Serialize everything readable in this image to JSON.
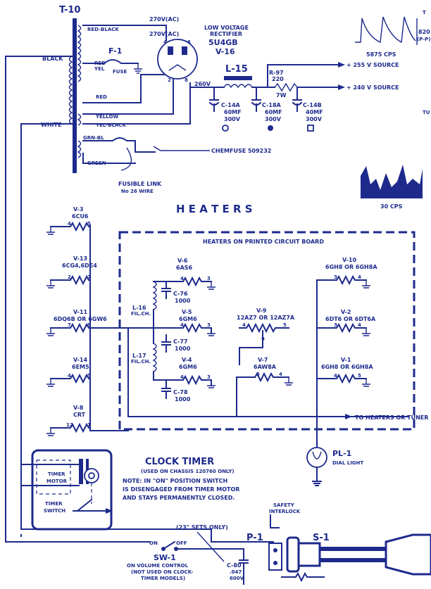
{
  "transformer": {
    "name": "T-10",
    "black": "BLACK",
    "white": "WHITE",
    "red_black": "RED-BLACK",
    "red": "RED",
    "yellow": "YELLOW",
    "yel_black": "YEL-BLACK",
    "grn_bl": "GRN-BL",
    "green": "GREEN"
  },
  "fuse": {
    "name": "F-1",
    "label": "FUSE",
    "red_tail": "RED",
    "yel_tail": "YEL"
  },
  "rectifier": {
    "title1": "LOW VOLTAGE",
    "title2": "RECTIFIER",
    "tube": "5U4GB",
    "ref": "V-16",
    "v1": "270V(AC)",
    "v2": "270V(AC)",
    "pin4": "4",
    "pin6": "6",
    "pin2": "2",
    "pin8": "8"
  },
  "filter": {
    "choke": "L-15",
    "node_voltage": "260V",
    "resistor": "R-97",
    "r_value": "220",
    "r_watt": "7W",
    "caps": [
      {
        "ref": "C-14A",
        "val": "60MF",
        "volt": "300V"
      },
      {
        "ref": "C-18A",
        "val": "60MF",
        "volt": "300V"
      },
      {
        "ref": "C-14B",
        "val": "40MF",
        "volt": "300V"
      }
    ],
    "source1": "+ 255 V SOURCE",
    "source2": "+ 240 V SOURCE"
  },
  "waveforms": {
    "top_label": "5875 CPS",
    "top_value": "820",
    "top_unit": "(P-P)",
    "top_edge": "T",
    "bottom_label": "30 CPS",
    "side_mark": "TU"
  },
  "chemfuse": "CHEMFUSE 509232",
  "fusible_link": {
    "line1": "FUSIBLE LINK",
    "line2": "No 26 WIRE"
  },
  "heaters_title": "H E A T E R S",
  "board_title": "HEATERS ON PRINTED CIRCUIT BOARD",
  "tubes_left": [
    {
      "ref": "V-3",
      "type": "6CU6",
      "pins": [
        "4",
        "5"
      ]
    },
    {
      "ref": "V-13",
      "type": "6CG4,6DE4",
      "pins": [
        "2",
        "7"
      ]
    },
    {
      "ref": "V-11",
      "type": "6DQ6B OR 6GW6",
      "pins": [
        "7",
        "8"
      ]
    },
    {
      "ref": "V-14",
      "type": "6EM5",
      "pins": [
        "4",
        "5"
      ]
    },
    {
      "ref": "V-8",
      "type": "CRT",
      "pins": [
        "12",
        "1"
      ]
    }
  ],
  "board_tubes": [
    {
      "ref": "V-6",
      "type": "6AS6",
      "pins": [
        "4",
        "3"
      ]
    },
    {
      "ref": "V-5",
      "type": "6GM6",
      "pins": [
        "4",
        "3"
      ]
    },
    {
      "ref": "V-4",
      "type": "6GM6",
      "pins": [
        "4",
        "3"
      ]
    },
    {
      "ref": "V-9",
      "type": "12AZ7 OR 12AZ7A",
      "pins": [
        "4",
        "5",
        "9"
      ]
    },
    {
      "ref": "V-7",
      "type": "6AW8A",
      "pins": [
        "5",
        "4"
      ]
    },
    {
      "ref": "V-10",
      "type": "6GH8 OR 6GH8A",
      "pins": [
        "3",
        "4"
      ]
    },
    {
      "ref": "V-2",
      "type": "6DT6 OR 6DT6A",
      "pins": [
        "3",
        "4"
      ]
    },
    {
      "ref": "V-1",
      "type": "6GH8 OR 6GH8A",
      "pins": [
        "4",
        "5"
      ]
    }
  ],
  "bypass_caps": [
    {
      "ref": "C-76",
      "val": "1000"
    },
    {
      "ref": "C-77",
      "val": "1000"
    },
    {
      "ref": "C-78",
      "val": "1000"
    }
  ],
  "chokes": [
    {
      "ref": "L-16",
      "sub": "FIL.CH."
    },
    {
      "ref": "L-17",
      "sub": "FIL.CH."
    }
  ],
  "to_heaters": "TO HEATERS OR TUNER",
  "pilot": {
    "ref": "PL-1",
    "label": "DIAL LIGHT"
  },
  "clock": {
    "title": "CLOCK TIMER",
    "sub": "(USED ON CHASSIS 120760 ONLY)",
    "note1": "NOTE: IN \"ON\" POSITION SWITCH",
    "note2": "IS DISENGAGED FROM TIMER MOTOR",
    "note3": "AND STAYS PERMANENTLY CLOSED.",
    "motor1": "TIMER",
    "motor2": "MOTOR",
    "switch1": "TIMER",
    "switch2": "SWITCH"
  },
  "interlock": {
    "line1": "SAFETY",
    "line2": "INTERLOCK",
    "plug": "P-1",
    "socket": "S-1"
  },
  "sets_note": "(23\" SETS ONLY)",
  "sw1": {
    "ref": "SW-1",
    "on": "ON",
    "off": "OFF",
    "line1": "ON VOLUME CONTROL",
    "line2": "(NOT USED ON CLOCK-",
    "line3": "TIMER MODELS)"
  },
  "cap_c80": {
    "ref": "C-80",
    "val": ".047",
    "volt": "600V"
  }
}
